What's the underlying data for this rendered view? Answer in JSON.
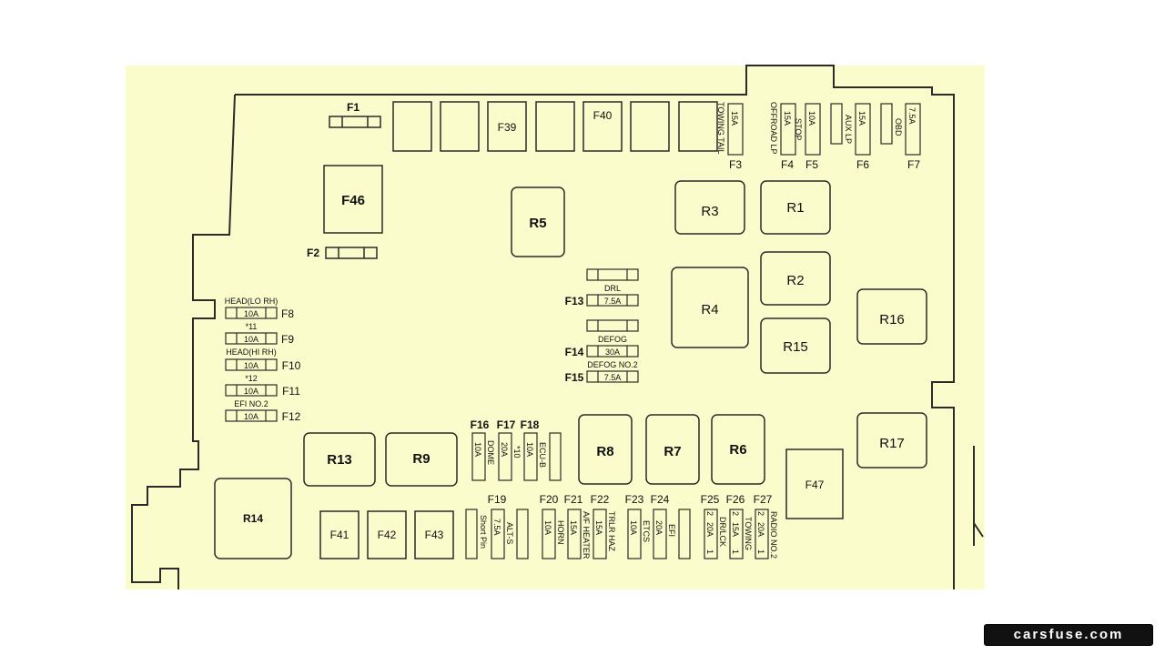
{
  "large_fuses": [
    "F39",
    "F40",
    "F46",
    "F47",
    "F41",
    "F42",
    "F43"
  ],
  "relays": [
    "R1",
    "R2",
    "R3",
    "R4",
    "R5",
    "R6",
    "R7",
    "R8",
    "R9",
    "R13",
    "R14",
    "R15",
    "R16",
    "R17"
  ],
  "fuses_top": [
    {
      "id": "F1"
    },
    {
      "id": "F2"
    },
    {
      "id": "F3",
      "amp": "15A",
      "name": "TOWING TAIL"
    },
    {
      "id": "F4",
      "amp": "15A",
      "name": "OFFROAD LP"
    },
    {
      "id": "F5",
      "amp": "10A",
      "name": "STOP"
    },
    {
      "id": "F6",
      "amp": "15A",
      "name": "AUX LP"
    },
    {
      "id": "F7",
      "amp": "7.5A",
      "name": "OBD"
    }
  ],
  "fuses_left": [
    {
      "id": "F8",
      "amp": "10A",
      "name": "HEAD(LO RH)"
    },
    {
      "id": "F9",
      "amp": "10A",
      "name": "*11"
    },
    {
      "id": "F10",
      "amp": "10A",
      "name": "HEAD(HI RH)"
    },
    {
      "id": "F11",
      "amp": "10A",
      "name": "*12"
    },
    {
      "id": "F12",
      "amp": "10A",
      "name": "EFI NO.2"
    }
  ],
  "fuses_center": [
    {
      "id": "F13",
      "amp": "7.5A",
      "name": "DRL"
    },
    {
      "id": "F14",
      "amp": "30A",
      "name": "DEFOG"
    },
    {
      "id": "F15",
      "amp": "7.5A",
      "name": "DEFOG NO.2"
    }
  ],
  "fuses_mid": [
    {
      "id": "F16",
      "amp": "10A",
      "name": "DOME"
    },
    {
      "id": "F17",
      "amp": "20A",
      "name": "*10"
    },
    {
      "id": "F18",
      "amp": "10A",
      "name": "ECU-B"
    }
  ],
  "fuses_bottom": [
    {
      "id": "F19",
      "amp": "7.5A",
      "name": "ALT-S",
      "extra": "Short Pin"
    },
    {
      "id": "F20",
      "amp": "10A",
      "name": "HORN"
    },
    {
      "id": "F21",
      "amp": "15A",
      "name": "A/F HEATER"
    },
    {
      "id": "F22",
      "amp": "15A",
      "name": "TRLR HAZ"
    },
    {
      "id": "F23",
      "amp": "10A",
      "name": "ETCS"
    },
    {
      "id": "F24",
      "amp": "20A",
      "name": "EFI"
    },
    {
      "id": "F25",
      "amp": "20A",
      "name": "DR/LCK",
      "pin_l": "2",
      "pin_r": "1"
    },
    {
      "id": "F26",
      "amp": "15A",
      "name": "TOWING",
      "pin_l": "2",
      "pin_r": "1"
    },
    {
      "id": "F27",
      "amp": "20A",
      "name": "RADIO NO.2",
      "pin_l": "2",
      "pin_r": "1"
    }
  ],
  "brand": "carsfuse.com",
  "colors": {
    "panel": "#fafccb",
    "line": "#2b2b2b",
    "logo_bg": "#111111"
  }
}
